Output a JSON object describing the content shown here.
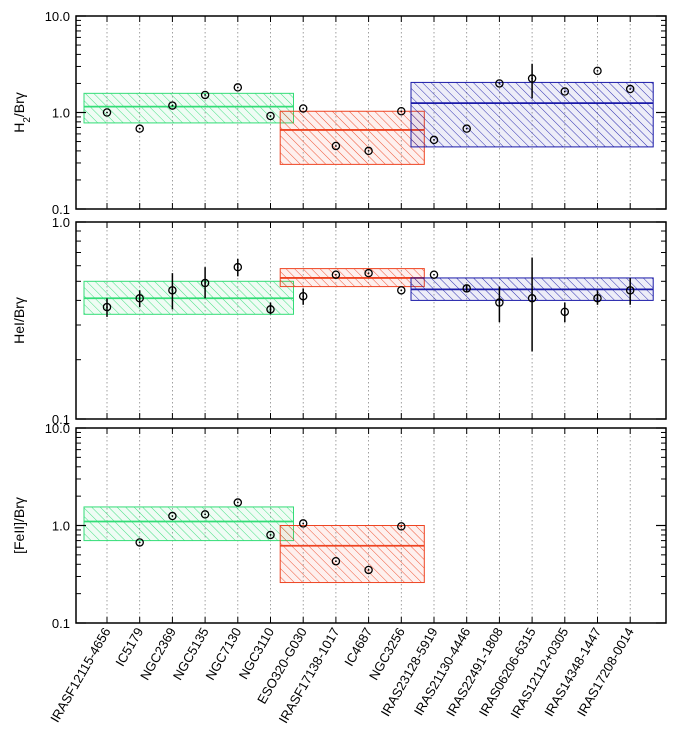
{
  "chart_data": {
    "type": "scatter",
    "categories": [
      "IRASF12115-4656",
      "IC5179",
      "NGC2369",
      "NGC5135",
      "NGC7130",
      "NGC3110",
      "ESO320-G030",
      "IRASF17138-1017",
      "IC4687",
      "NGC3256",
      "IRAS23128-5919",
      "IRAS21130-4446",
      "IRAS22491-1808",
      "IRAS06206-6315",
      "IRAS12112+0305",
      "IRAS14348-1447",
      "IRAS17208-0014"
    ],
    "colors": {
      "green": "#33dd77",
      "red": "#ee4422",
      "blue": "#1a1aa8",
      "points": "#000000"
    },
    "groups": [
      {
        "color": "green",
        "start": 0,
        "end": 5
      },
      {
        "color": "red",
        "start": 6,
        "end": 9
      },
      {
        "color": "blue",
        "start": 10,
        "end": 16
      }
    ],
    "panels": [
      {
        "ylabel": "H2/Brγ",
        "scale": "log",
        "ylim": [
          0.1,
          10
        ],
        "yticks": [
          0.1,
          1.0,
          10.0
        ],
        "yticklabels": [
          "0.1",
          "1.0",
          "10.0"
        ],
        "values": [
          1.0,
          0.68,
          1.18,
          1.52,
          1.82,
          0.92,
          1.1,
          0.45,
          0.4,
          1.03,
          0.52,
          0.68,
          2.0,
          2.25,
          1.65,
          2.7,
          1.75
        ],
        "err_low": [
          null,
          null,
          null,
          null,
          null,
          null,
          null,
          null,
          null,
          null,
          null,
          null,
          null,
          1.4,
          null,
          null,
          null
        ],
        "err_high": [
          null,
          null,
          null,
          null,
          null,
          null,
          null,
          null,
          null,
          null,
          null,
          null,
          null,
          3.2,
          null,
          null,
          null
        ],
        "bands": [
          {
            "group": 0,
            "mean": 1.15,
            "low": 0.78,
            "high": 1.58
          },
          {
            "group": 1,
            "mean": 0.66,
            "low": 0.29,
            "high": 1.03
          },
          {
            "group": 2,
            "mean": 1.25,
            "low": 0.44,
            "high": 2.05
          }
        ]
      },
      {
        "ylabel": "HeI/Brγ",
        "scale": "log",
        "ylim": [
          0.1,
          1.0
        ],
        "yticks": [
          0.1,
          1.0
        ],
        "yticklabels": [
          "0.1",
          "1.0"
        ],
        "values": [
          0.37,
          0.41,
          0.45,
          0.49,
          0.59,
          0.36,
          0.42,
          0.54,
          0.55,
          0.45,
          0.54,
          0.46,
          0.39,
          0.41,
          0.35,
          0.41,
          0.45
        ],
        "err_low": [
          0.33,
          0.37,
          0.36,
          0.41,
          0.53,
          0.34,
          0.38,
          null,
          null,
          null,
          null,
          0.44,
          0.31,
          0.22,
          0.31,
          0.38,
          0.38
        ],
        "err_high": [
          0.41,
          0.45,
          0.55,
          0.59,
          0.65,
          0.39,
          0.46,
          null,
          null,
          null,
          null,
          0.48,
          0.47,
          0.66,
          0.39,
          0.45,
          0.52
        ],
        "bands": [
          {
            "group": 0,
            "mean": 0.41,
            "low": 0.34,
            "high": 0.5
          },
          {
            "group": 1,
            "mean": 0.52,
            "low": 0.47,
            "high": 0.58
          },
          {
            "group": 2,
            "mean": 0.455,
            "low": 0.4,
            "high": 0.52
          }
        ]
      },
      {
        "ylabel": "[FeII]/Brγ",
        "scale": "log",
        "ylim": [
          0.1,
          10
        ],
        "yticks": [
          0.1,
          1.0,
          10.0
        ],
        "yticklabels": [
          "0.1",
          "1.0",
          "10.0"
        ],
        "values": [
          null,
          0.67,
          1.25,
          1.3,
          1.72,
          0.8,
          1.05,
          0.43,
          0.35,
          0.98,
          null,
          null,
          null,
          null,
          null,
          null,
          null
        ],
        "err_low": [
          null,
          null,
          null,
          null,
          null,
          null,
          null,
          null,
          null,
          null,
          null,
          null,
          null,
          null,
          null,
          null,
          null
        ],
        "err_high": [
          null,
          null,
          null,
          null,
          null,
          null,
          null,
          null,
          null,
          null,
          null,
          null,
          null,
          null,
          null,
          null,
          null
        ],
        "bands": [
          {
            "group": 0,
            "mean": 1.1,
            "low": 0.7,
            "high": 1.55
          },
          {
            "group": 1,
            "mean": 0.62,
            "low": 0.26,
            "high": 1.0
          }
        ]
      }
    ]
  }
}
